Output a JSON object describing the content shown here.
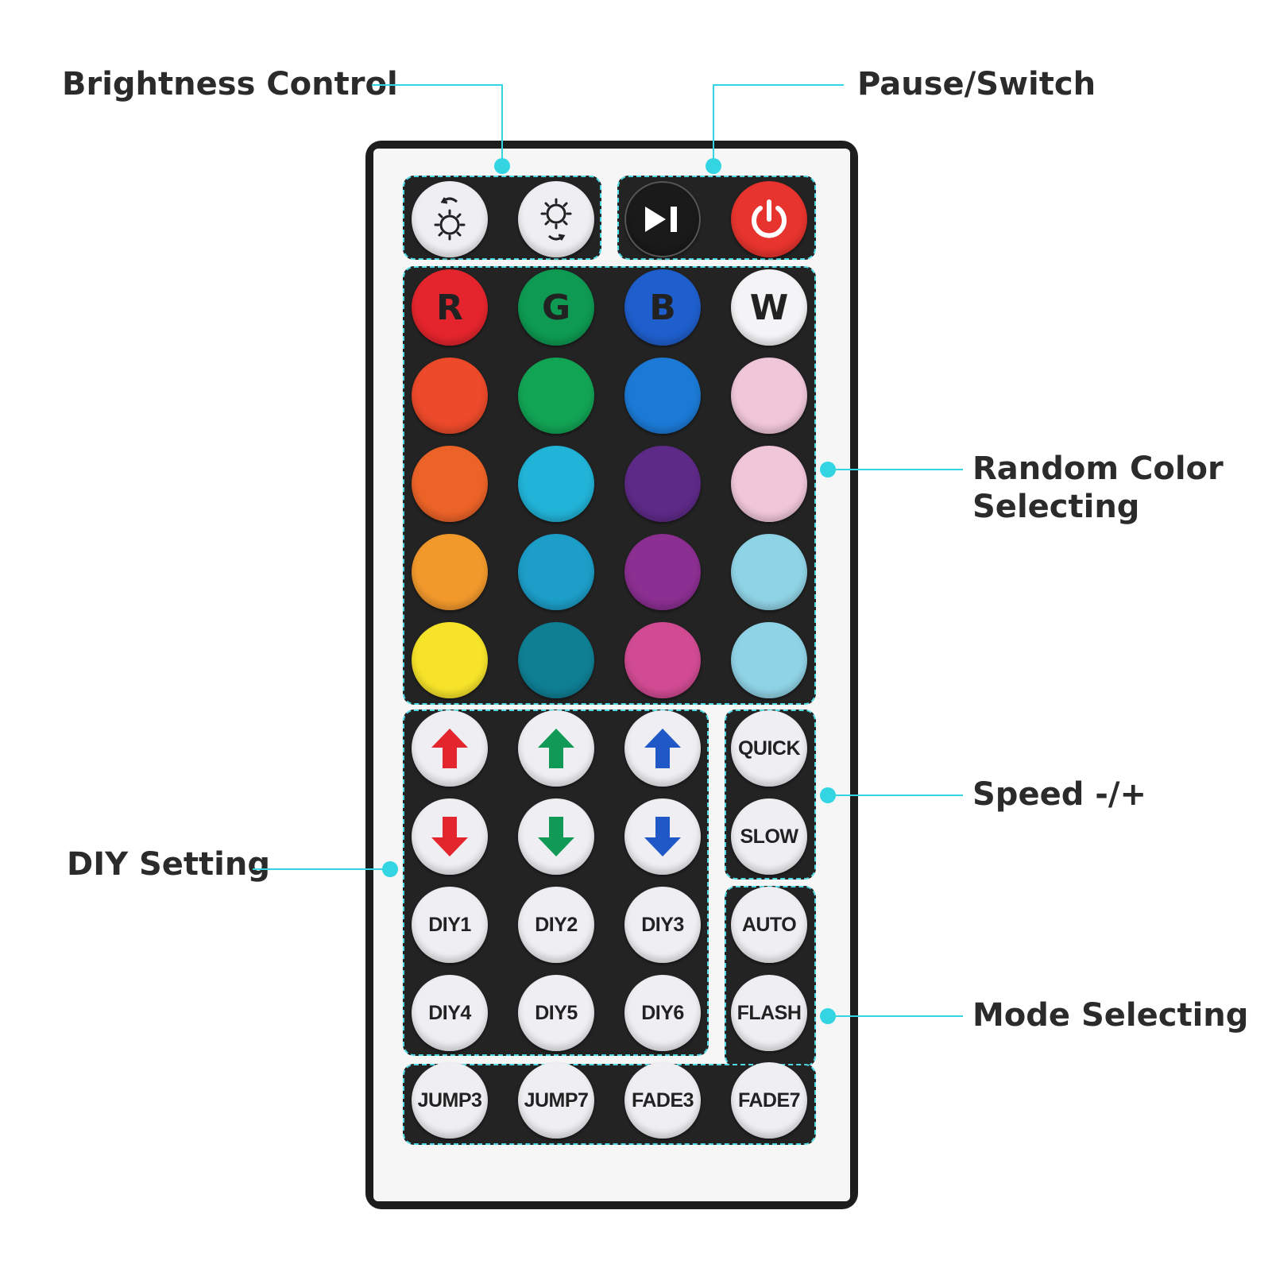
{
  "labels": {
    "brightness": "Brightness Control",
    "pause": "Pause/Switch",
    "random_line1": "Random Color",
    "random_line2": "Selecting",
    "speed": "Speed -/+",
    "diy": "DIY Setting",
    "mode": "Mode Selecting"
  },
  "colors": {
    "callout": "#33d5e2",
    "rows": [
      [
        "#e5252d",
        "#0e9a52",
        "#1f5fcd",
        "#f4f4f6"
      ],
      [
        "#ec4a2a",
        "#12a455",
        "#1c7ad6",
        "#f0c6d9"
      ],
      [
        "#ec6328",
        "#21b3d8",
        "#5e2a88",
        "#f0c6d9"
      ],
      [
        "#f2992c",
        "#1c9ec8",
        "#8c2f92",
        "#8fd3e6"
      ],
      [
        "#f6e32a",
        "#0f7f94",
        "#d14b93",
        "#8fd3e6"
      ]
    ]
  },
  "buttons": {
    "top_icons": [
      "brightness-up-icon",
      "brightness-down-icon",
      "play-pause-icon",
      "power-icon"
    ],
    "color_letters": [
      "R",
      "G",
      "B",
      "W"
    ],
    "arrow_colors": {
      "red": "#e3262e",
      "green": "#109a55",
      "blue": "#2058c8"
    },
    "speed": [
      "QUICK",
      "SLOW"
    ],
    "diy": [
      "DIY1",
      "DIY2",
      "DIY3",
      "DIY4",
      "DIY5",
      "DIY6"
    ],
    "mode": [
      "AUTO",
      "FLASH"
    ],
    "bottom": [
      "JUMP3",
      "JUMP7",
      "FADE3",
      "FADE7"
    ]
  }
}
